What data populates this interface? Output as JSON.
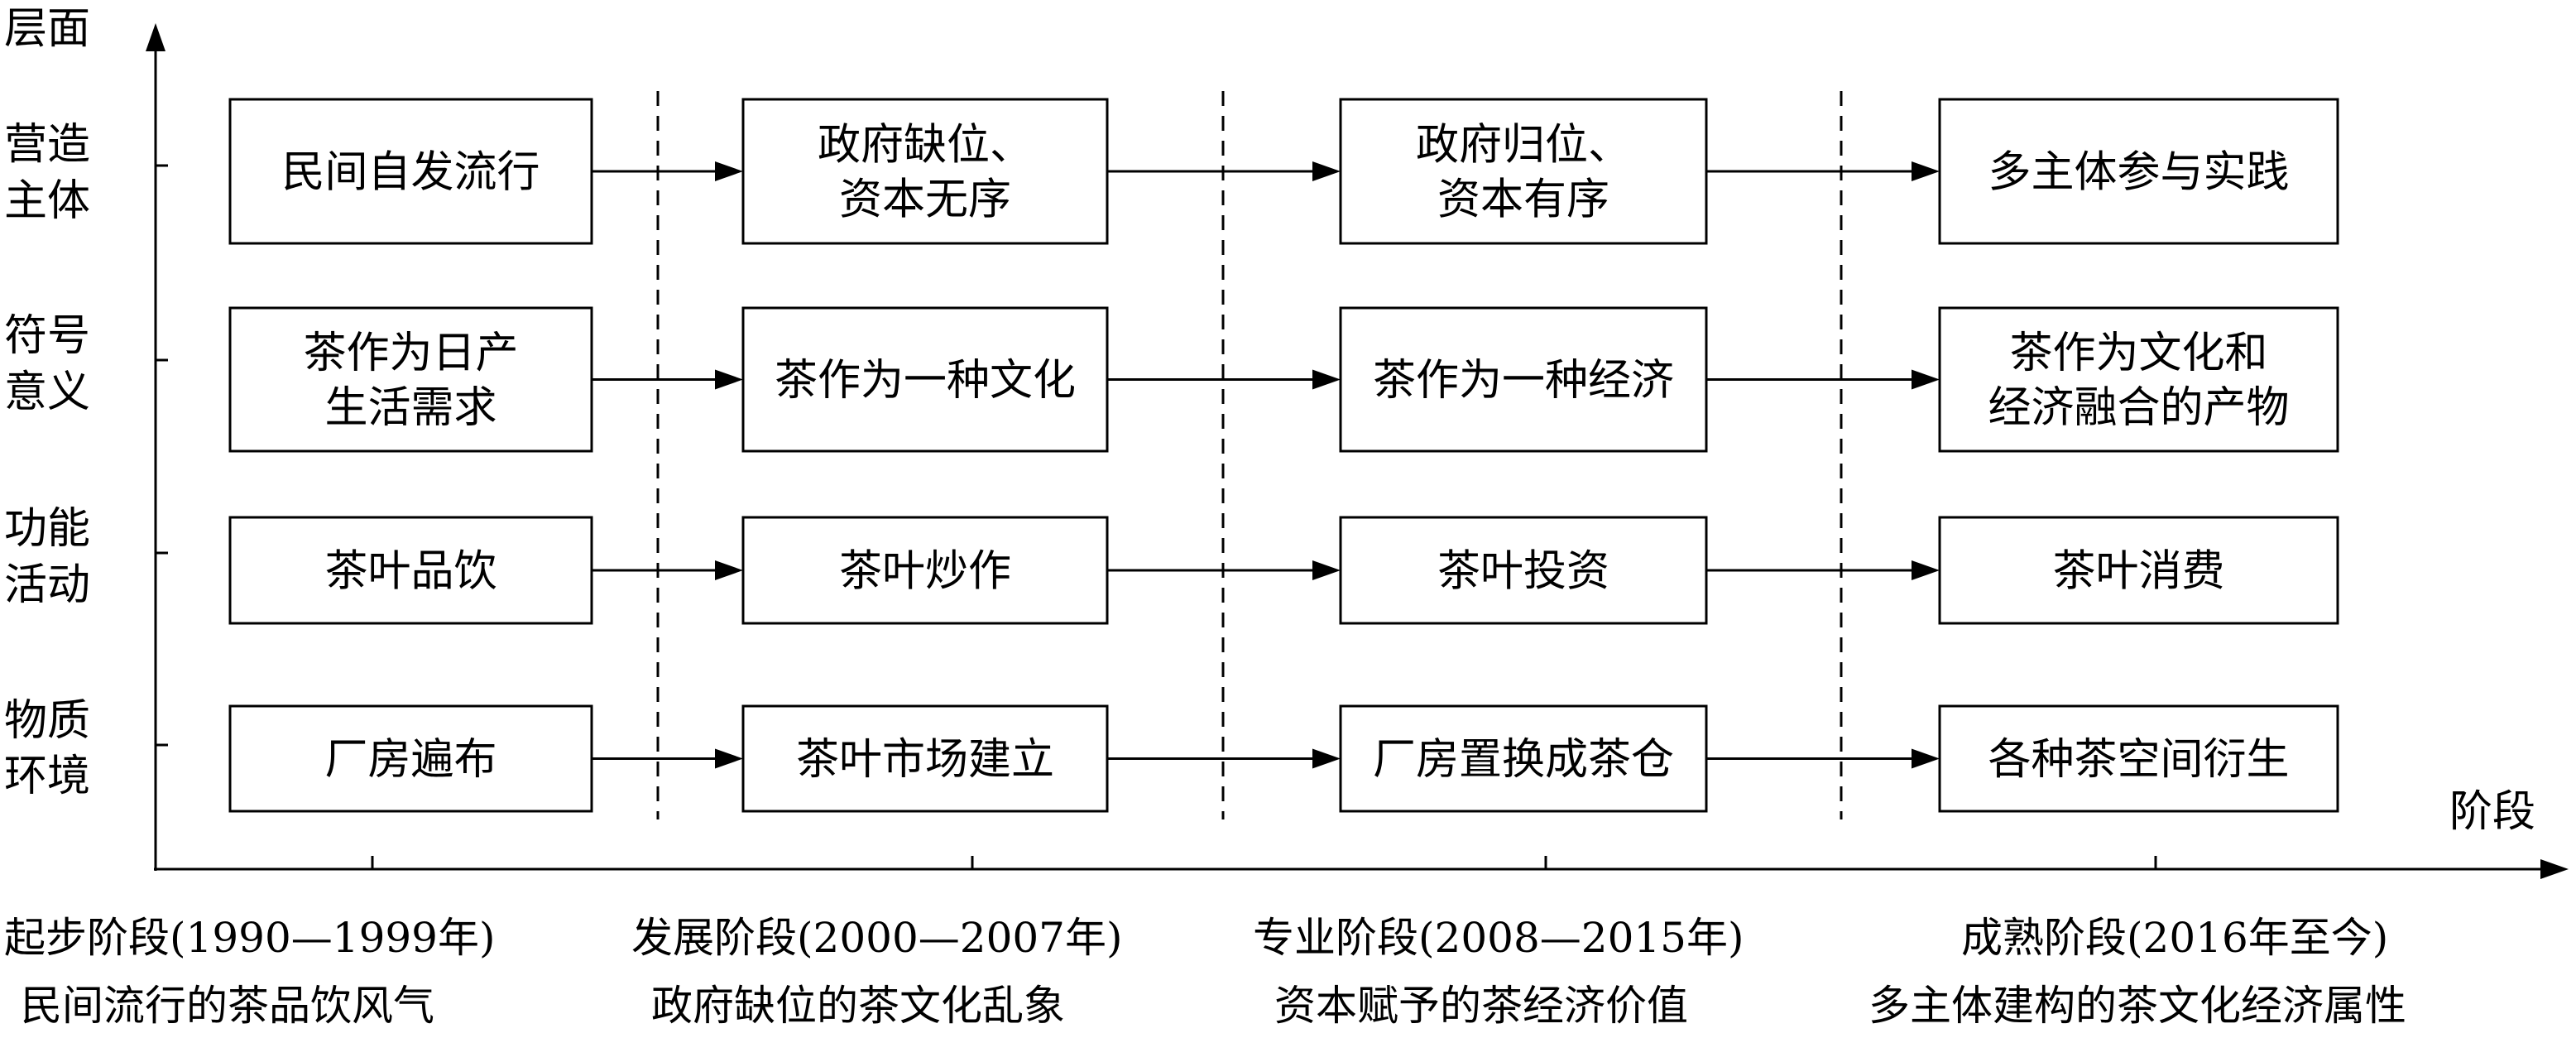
{
  "axes": {
    "y_title": "层面",
    "x_title": "阶段"
  },
  "layers": [
    {
      "line1": "营造",
      "line2": "主体"
    },
    {
      "line1": "符号",
      "line2": "意义"
    },
    {
      "line1": "功能",
      "line2": "活动"
    },
    {
      "line1": "物质",
      "line2": "环境"
    }
  ],
  "stages": [
    {
      "title": "起步阶段(1990—1999年)",
      "subtitle": "民间流行的茶品饮风气"
    },
    {
      "title": "发展阶段(2000—2007年)",
      "subtitle": "政府缺位的茶文化乱象"
    },
    {
      "title": "专业阶段(2008—2015年)",
      "subtitle": "资本赋予的茶经济价值"
    },
    {
      "title": "成熟阶段(2016年至今)",
      "subtitle": "多主体建构的茶文化经济属性"
    }
  ],
  "rows": [
    [
      {
        "lines": [
          "民间自发流行"
        ]
      },
      {
        "lines": [
          "政府缺位、",
          "资本无序"
        ]
      },
      {
        "lines": [
          "政府归位、",
          "资本有序"
        ]
      },
      {
        "lines": [
          "多主体参与实践"
        ]
      }
    ],
    [
      {
        "lines": [
          "茶作为日产",
          "生活需求"
        ]
      },
      {
        "lines": [
          "茶作为一种文化"
        ]
      },
      {
        "lines": [
          "茶作为一种经济"
        ]
      },
      {
        "lines": [
          "茶作为文化和",
          "经济融合的产物"
        ]
      }
    ],
    [
      {
        "lines": [
          "茶叶品饮"
        ]
      },
      {
        "lines": [
          "茶叶炒作"
        ]
      },
      {
        "lines": [
          "茶叶投资"
        ]
      },
      {
        "lines": [
          "茶叶消费"
        ]
      }
    ],
    [
      {
        "lines": [
          "厂房遍布"
        ]
      },
      {
        "lines": [
          "茶叶市场建立"
        ]
      },
      {
        "lines": [
          "厂房置换成茶仓"
        ]
      },
      {
        "lines": [
          "各种茶空间衍生"
        ]
      }
    ]
  ]
}
